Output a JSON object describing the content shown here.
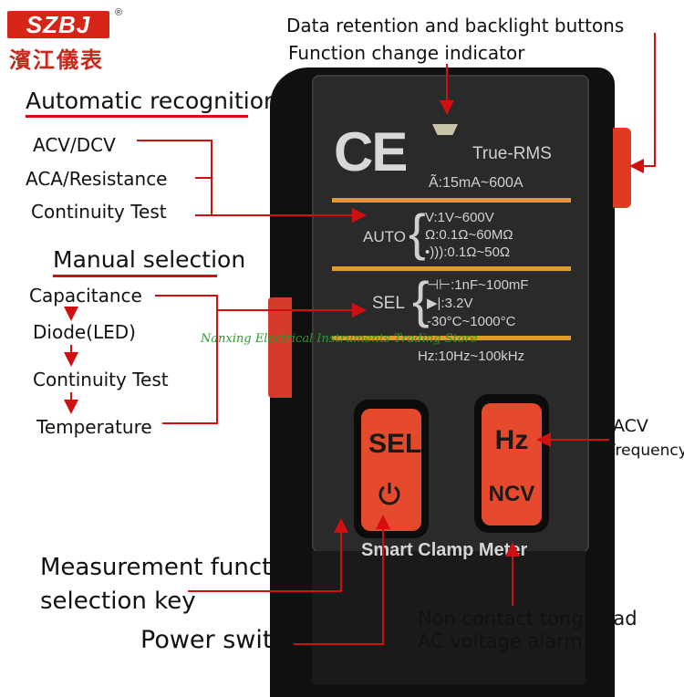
{
  "brand": {
    "logo": "SZBJ",
    "registered": "®",
    "chinese_name": "濱江儀表"
  },
  "watermark": "Nanxing Electrical Instruments Trading Store",
  "device": {
    "ce_mark": "CE",
    "true_rms": "True-RMS",
    "ac_current_range": "Ã:15mA~600A",
    "auto_label": "AUTO",
    "auto_specs": [
      "V:1V~600V",
      "Ω:0.1Ω~60MΩ",
      "•))):0.1Ω~50Ω"
    ],
    "sel_label": "SEL",
    "sel_specs": [
      "⊣⊢:1nF~100mF",
      "▶|:3.2V",
      "-30°C~1000°C"
    ],
    "hz_range": "Hz:10Hz~100kHz",
    "sel_button": "SEL",
    "hz_button": "Hz",
    "ncv_button": "NCV",
    "model_name": "Smart Clamp Meter"
  },
  "annotations": {
    "header_auto": "Automatic recognition",
    "acv_dcv": "ACV/DCV",
    "aca_res": "ACA/Resistance",
    "continuity_auto": "Continuity Test",
    "header_manual": "Manual selection",
    "capacitance": "Capacitance",
    "diode": "Diode(LED)",
    "continuity_manual": "Continuity Test",
    "temperature": "Temperature",
    "data_retention": "Data retention and backlight buttons",
    "function_indicator": "Function change indicator",
    "acv": "ACV",
    "frequency": "Frequency",
    "measurement_key_1": "Measurement function",
    "measurement_key_2": "selection key",
    "power_switch": "Power switch",
    "ncv_1": "Non contact tong head",
    "ncv_2": "AC voltage alarm"
  },
  "colors": {
    "accent_red": "#d10f0f",
    "button_red": "#e54a2d",
    "panel_orange": "#e29a2b",
    "watermark_green": "#2e9a2e"
  }
}
